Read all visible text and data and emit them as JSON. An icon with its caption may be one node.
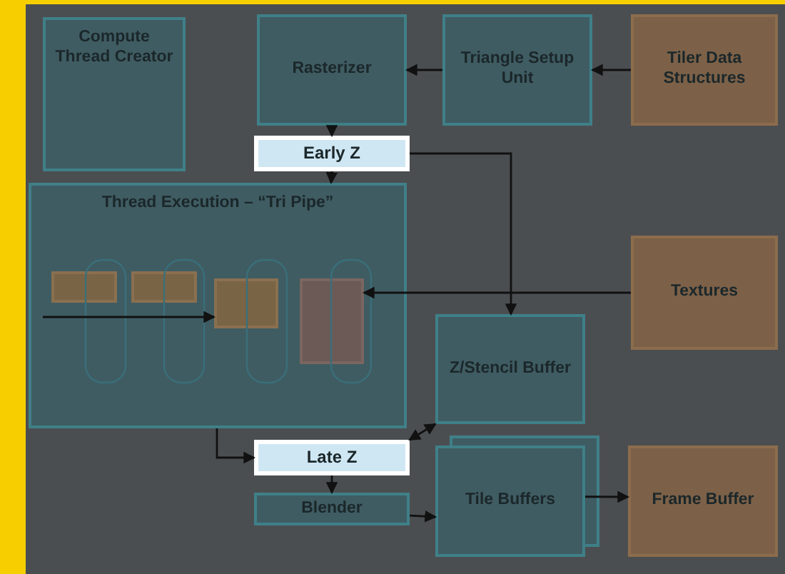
{
  "diagram": {
    "nodes": [
      {
        "text": [
          "Compute Thread Creator"
        ]
      },
      {
        "text": [
          "Rasterizer"
        ]
      },
      {
        "text": [
          "Triangle Setup Unit"
        ]
      },
      {
        "text": [
          "Tiler Data Structures"
        ]
      },
      {
        "text": [
          "Early Z"
        ]
      },
      {
        "text": [
          "Thread Execution – “Tri Pipe”"
        ]
      },
      {
        "text": [],
        "shape": "box",
        "in": 5
      },
      {
        "text": [],
        "shape": "box",
        "in": 5
      },
      {
        "text": [],
        "shape": "box",
        "in": 5
      },
      {
        "text": [],
        "shape": "box",
        "in": 5
      },
      {
        "text": [
          "Textures"
        ]
      },
      {
        "text": [
          "Z/Stencil Buffer"
        ]
      },
      {
        "text": [
          "Late Z"
        ]
      },
      {
        "text": [
          "Blender"
        ]
      },
      {
        "text": [
          "Tile Buffers"
        ]
      },
      {
        "text": [
          "Frame Buffer"
        ]
      }
    ],
    "edges": [
      {
        "from": 2,
        "to": 1,
        "arrow": "to"
      },
      {
        "from": 3,
        "to": 2,
        "arrow": "to"
      },
      {
        "from": 1,
        "to": 4,
        "arrow": "to"
      },
      {
        "from": 4,
        "to": 5,
        "arrow": "to"
      },
      {
        "from": 4,
        "to": 11,
        "arrow": "to"
      },
      {
        "from": 10,
        "to": 9,
        "arrow": "to"
      },
      {
        "from": null,
        "to": 8,
        "arrow": "to"
      },
      {
        "from": 5,
        "to": 12,
        "arrow": "to"
      },
      {
        "from": 12,
        "to": 11,
        "arrow": "both"
      },
      {
        "from": 12,
        "to": 13,
        "arrow": "to"
      },
      {
        "from": 13,
        "to": 14,
        "arrow": "to"
      },
      {
        "from": 14,
        "to": 15,
        "arrow": "to"
      }
    ]
  }
}
